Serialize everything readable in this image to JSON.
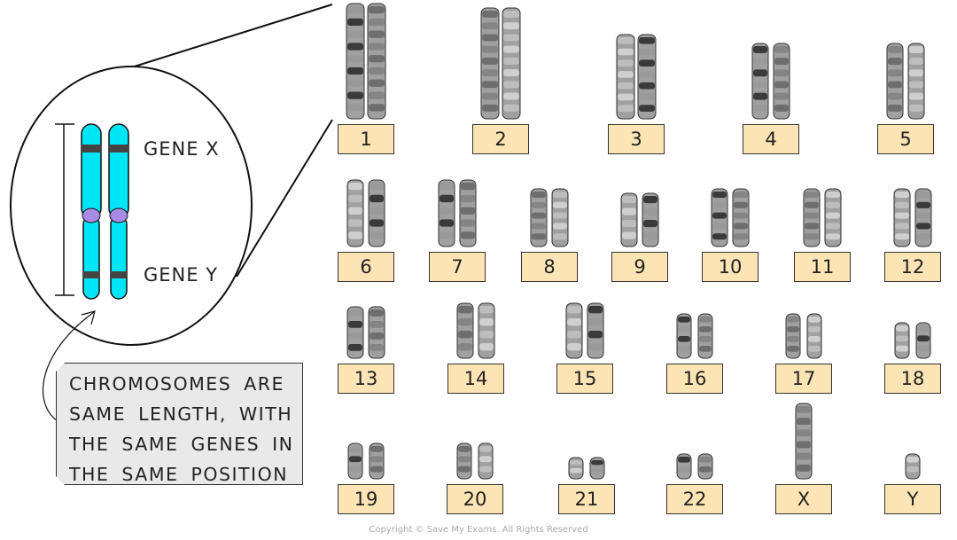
{
  "zoom_view": {
    "gene_x_label": "GENE X",
    "gene_y_label": "GENE Y",
    "chromosome_color": "#00e5f5",
    "centromere_color": "#a98be6",
    "band_color": "#444444"
  },
  "callout": {
    "text": "CHROMOSOMES ARE\nSAME LENGTH, WITH\nTHE SAME GENES IN\nTHE SAME POSITION"
  },
  "karyotype": {
    "label_color": "#fde4b5",
    "labels": [
      "1",
      "2",
      "3",
      "4",
      "5",
      "6",
      "7",
      "8",
      "9",
      "10",
      "11",
      "12",
      "13",
      "14",
      "15",
      "16",
      "17",
      "18",
      "19",
      "20",
      "21",
      "22",
      "X",
      "Y"
    ]
  },
  "copyright": "Copyright © Save My Exams. All Rights Reserved"
}
